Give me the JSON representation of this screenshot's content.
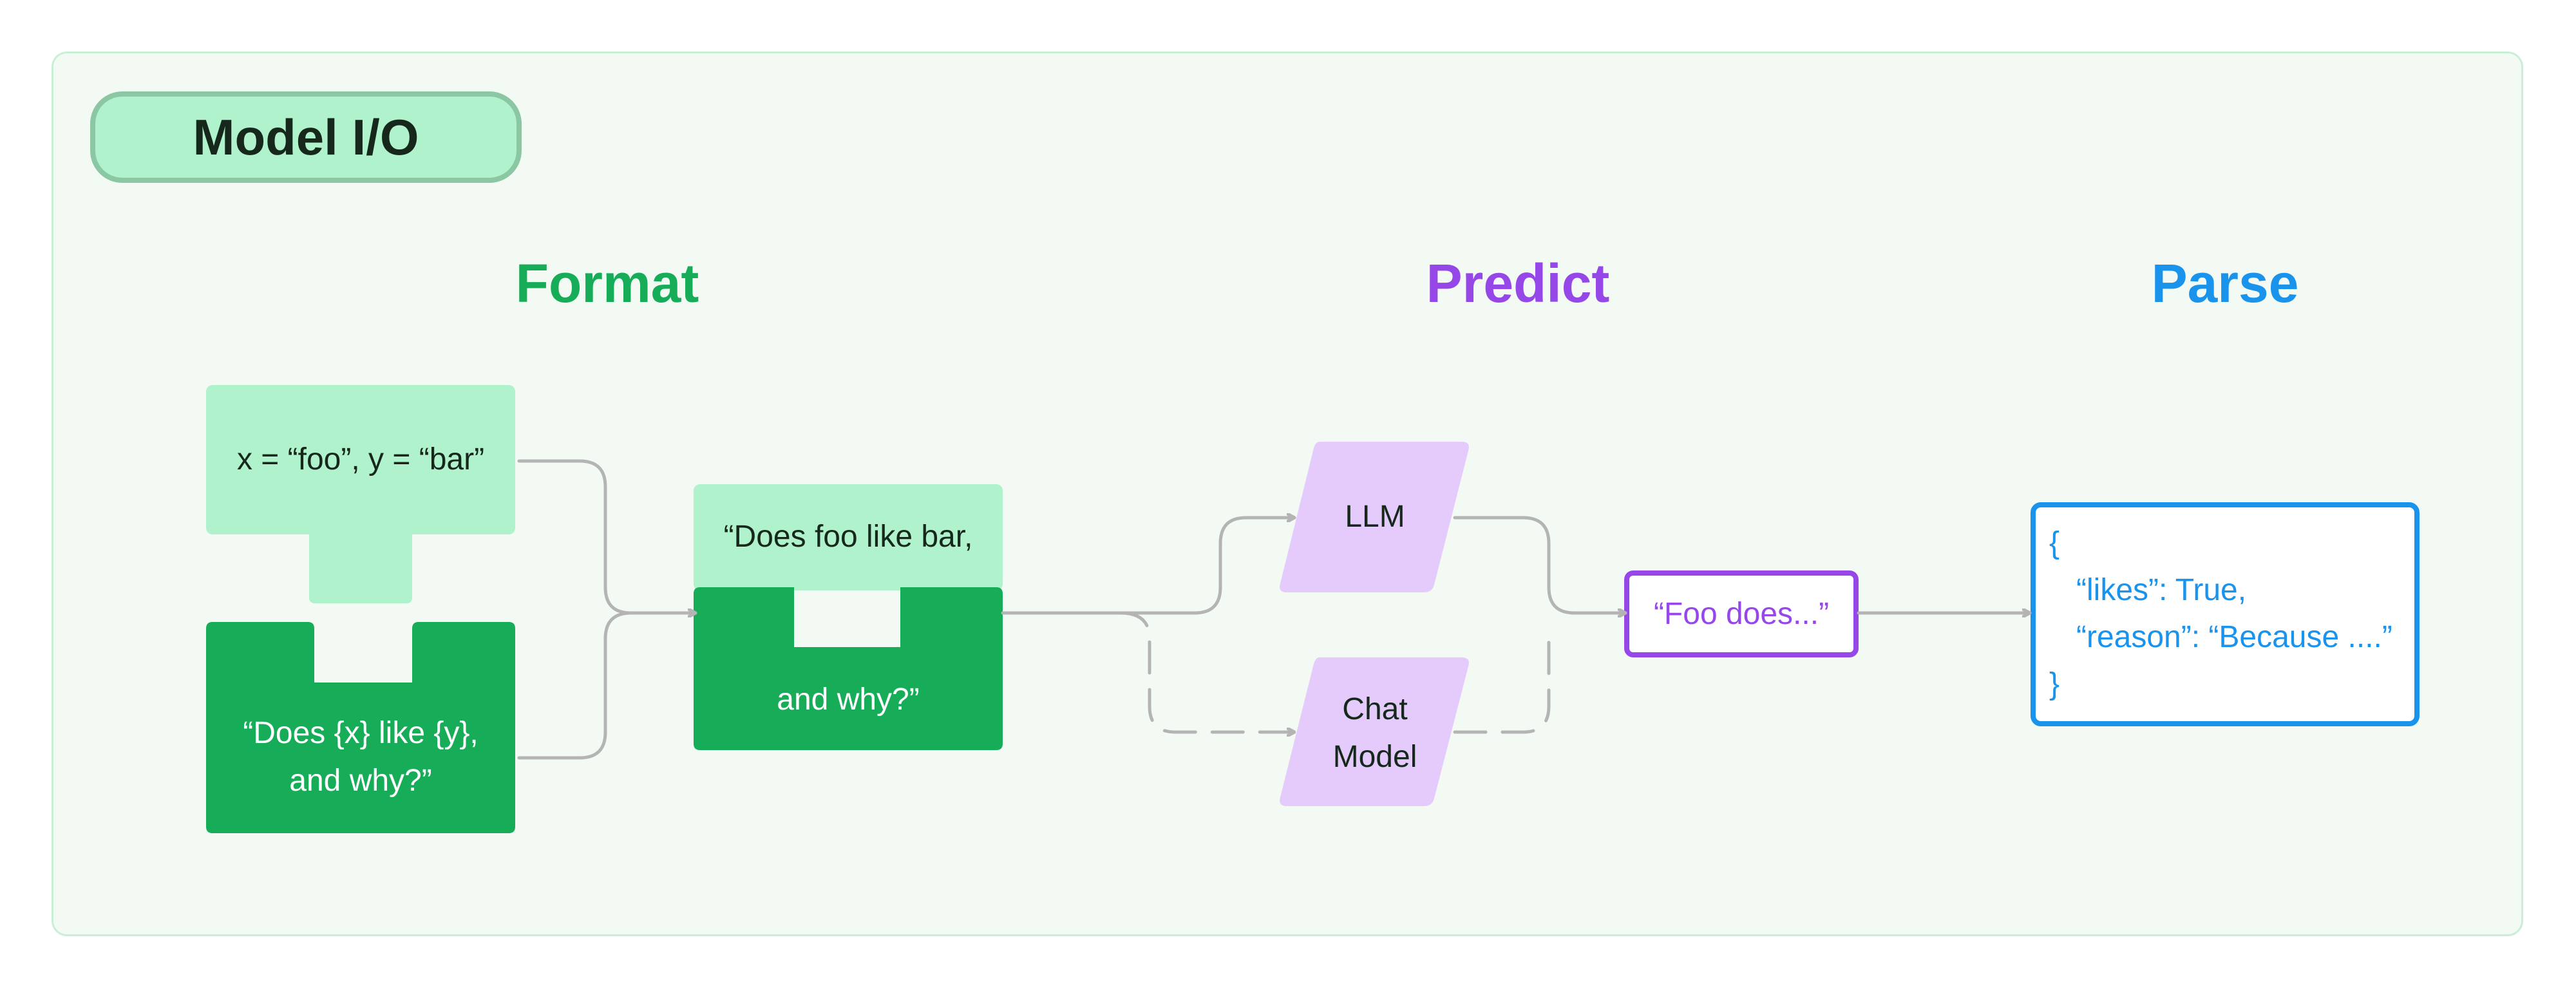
{
  "title": "Model I/O",
  "sections": {
    "format": "Format",
    "predict": "Predict",
    "parse": "Parse"
  },
  "format": {
    "variables": "x = “foo”, y = “bar”",
    "template_line1": "“Does {x} like {y},",
    "template_line2": "and why?”",
    "prompt_line1": "“Does foo like bar,",
    "prompt_line2": "and why?”"
  },
  "predict": {
    "llm": "LLM",
    "chat_model_line1": "Chat",
    "chat_model_line2": "Model",
    "output": "“Foo does...”"
  },
  "parse": {
    "lines": [
      "{",
      "“likes”: True,",
      "“reason”: “Because ....”",
      "}"
    ]
  },
  "colors": {
    "format_accent": "#17ad58",
    "predict_accent": "#9647e8",
    "parse_accent": "#1a93ec",
    "light_green": "#b0f2cc",
    "dark_green": "#17ad58",
    "lavender": "#e4cbfc",
    "connector": "#b4b4b4"
  }
}
